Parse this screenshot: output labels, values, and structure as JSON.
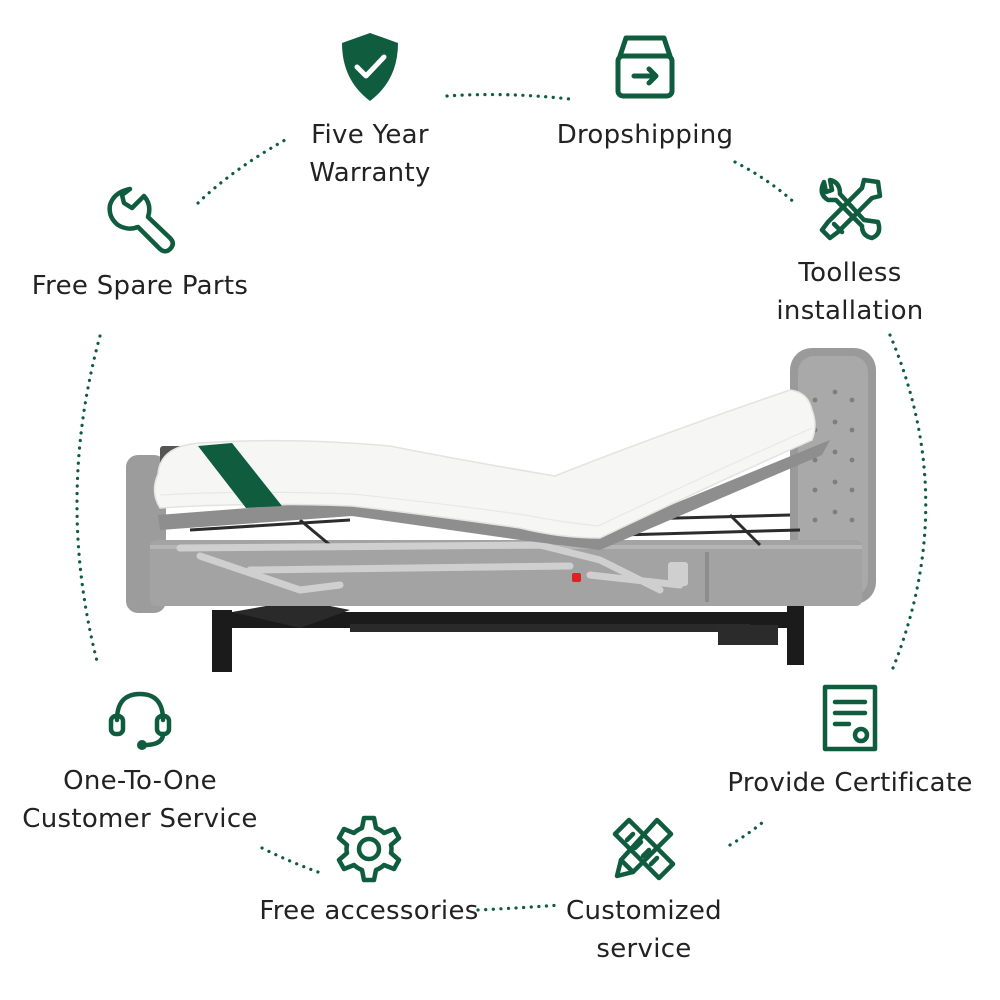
{
  "accent_color": "#0f5c3e",
  "text_color": "#222222",
  "features": [
    {
      "id": "warranty",
      "icon": "shield-check-icon",
      "lines": [
        "Five Year",
        "Warranty"
      ]
    },
    {
      "id": "dropshipping",
      "icon": "box-arrow-icon",
      "lines": [
        "Dropshipping"
      ]
    },
    {
      "id": "spare-parts",
      "icon": "wrench-icon",
      "lines": [
        "Free Spare Parts"
      ]
    },
    {
      "id": "toolless",
      "icon": "screwdriver-wrench-icon",
      "lines": [
        "Toolless",
        "installation"
      ]
    },
    {
      "id": "customer-service",
      "icon": "headset-icon",
      "lines": [
        "One-To-One",
        "Customer Service"
      ]
    },
    {
      "id": "certificate",
      "icon": "certificate-icon",
      "lines": [
        "Provide Certificate"
      ]
    },
    {
      "id": "accessories",
      "icon": "gear-icon",
      "lines": [
        "Free accessories"
      ]
    },
    {
      "id": "customized",
      "icon": "pencil-ruler-icon",
      "lines": [
        "Customized",
        "service"
      ]
    }
  ]
}
